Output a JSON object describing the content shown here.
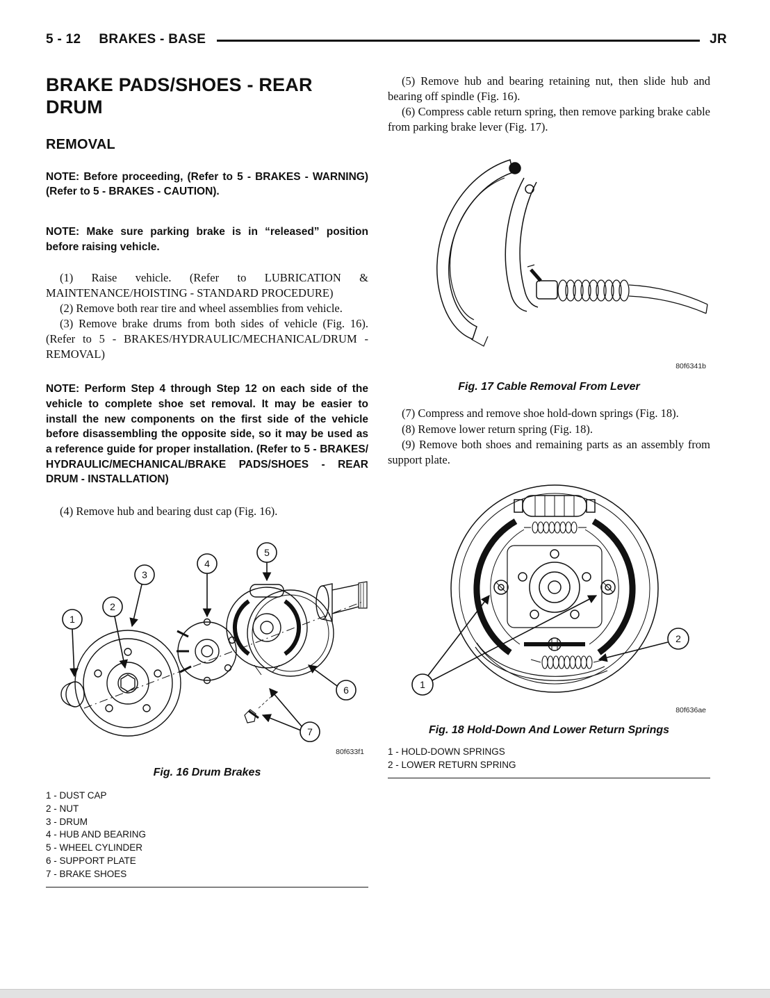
{
  "header": {
    "page_number": "5 - 12",
    "section": "BRAKES - BASE",
    "model": "JR"
  },
  "article": {
    "title": "BRAKE PADS/SHOES - REAR DRUM",
    "removal_heading": "REMOVAL"
  },
  "left": {
    "note1": "NOTE: Before proceeding, (Refer to 5 - BRAKES - WARNING)(Refer to 5 - BRAKES - CAUTION).",
    "note2": "NOTE: Make sure parking brake is in “released” position before raising vehicle.",
    "step1": "(1) Raise vehicle. (Refer to LUBRICATION & MAINTENANCE/HOISTING - STANDARD PROCEDURE)",
    "step2": "(2) Remove both rear tire and wheel assemblies from vehicle.",
    "step3": "(3) Remove brake drums from both sides of vehicle (Fig. 16). (Refer to 5 - BRAKES/HYDRAULIC/MECHANICAL/DRUM - REMOVAL)",
    "note3": "NOTE: Perform Step 4 through Step 12 on each side of the vehicle to complete shoe set removal. It may be easier to install the new components on the first side of the vehicle before disassembling the opposite side, so it may be used as a reference guide for proper installation. (Refer to 5 - BRAKES/ HYDRAULIC/MECHANICAL/BRAKE PADS/SHOES - REAR DRUM - INSTALLATION)",
    "step4": "(4) Remove hub and bearing dust cap (Fig. 16)."
  },
  "fig16": {
    "code": "80f633f1",
    "caption": "Fig. 16 Drum Brakes",
    "callouts": [
      "1",
      "2",
      "3",
      "4",
      "5",
      "6",
      "7"
    ],
    "legend": [
      "1 - DUST CAP",
      "2 - NUT",
      "3 - DRUM",
      "4 - HUB AND BEARING",
      "5 - WHEEL CYLINDER",
      "6 - SUPPORT PLATE",
      "7 - BRAKE SHOES"
    ]
  },
  "right": {
    "step5": "(5) Remove hub and bearing retaining nut, then slide hub and bearing off spindle (Fig. 16).",
    "step6": "(6) Compress cable return spring, then remove parking brake cable from parking brake lever (Fig. 17).",
    "step7": "(7) Compress and remove shoe hold-down springs (Fig. 18).",
    "step8": "(8) Remove lower return spring (Fig. 18).",
    "step9": "(9) Remove both shoes and remaining parts as an assembly from support plate."
  },
  "fig17": {
    "code": "80f6341b",
    "caption": "Fig. 17 Cable Removal From Lever"
  },
  "fig18": {
    "code": "80f636ae",
    "caption": "Fig. 18 Hold-Down And Lower Return Springs",
    "callouts": [
      "1",
      "2"
    ],
    "legend": [
      "1 - HOLD-DOWN SPRINGS",
      "2 - LOWER RETURN SPRING"
    ]
  }
}
